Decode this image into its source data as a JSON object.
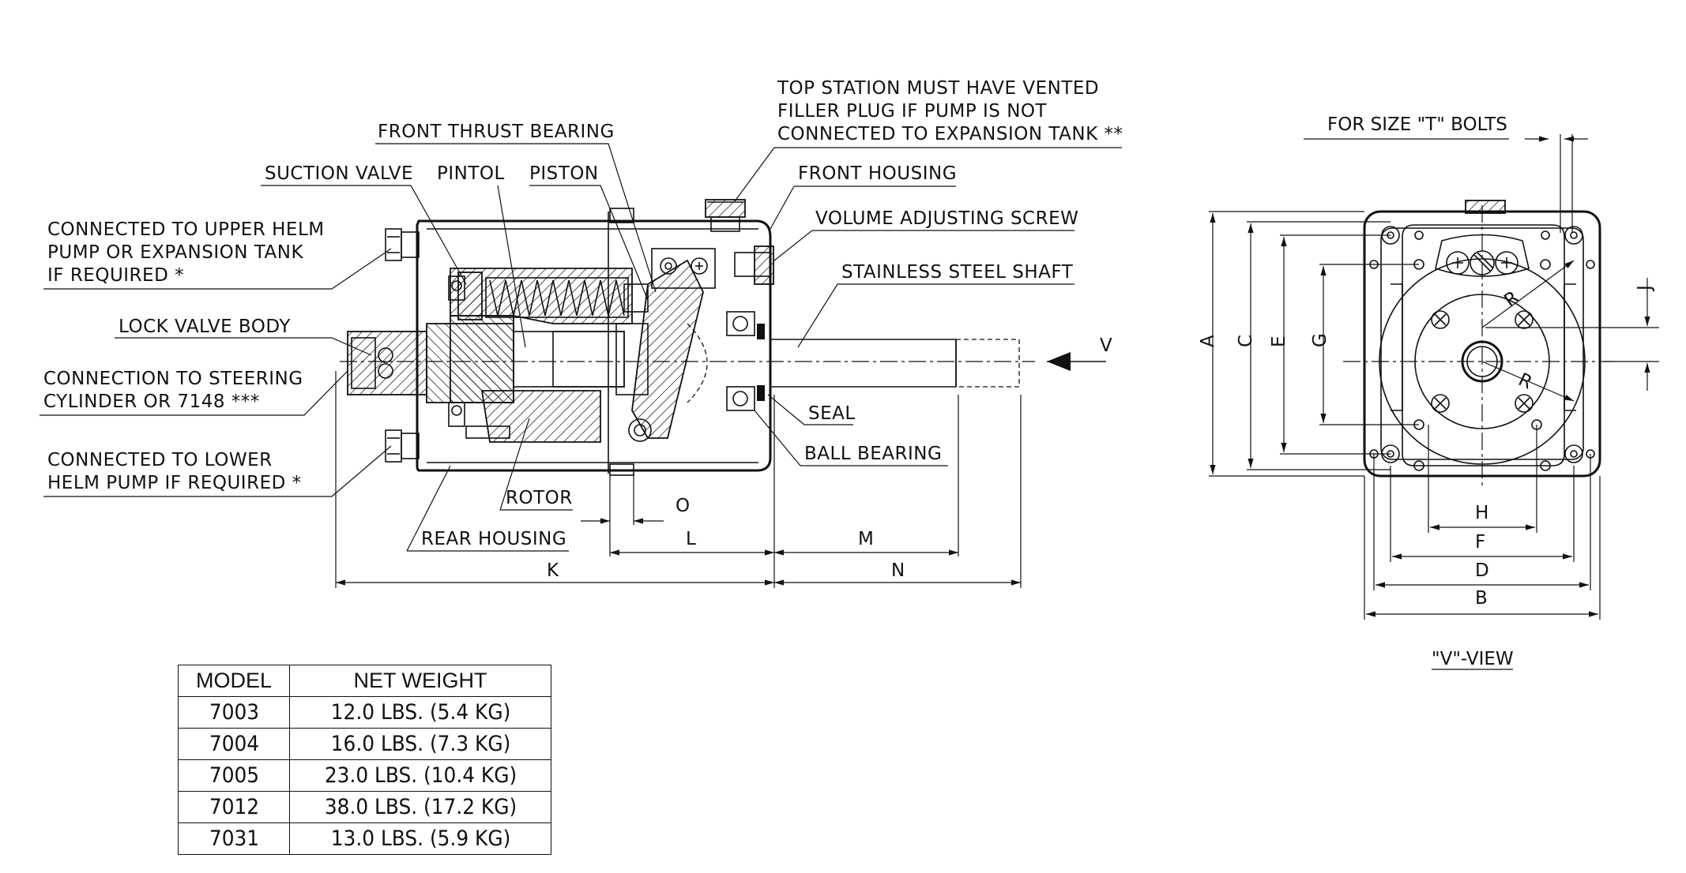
{
  "annotations": {
    "top_station": [
      "TOP STATION MUST HAVE VENTED",
      "FILLER PLUG IF PUMP IS NOT",
      "CONNECTED TO EXPANSION TANK **"
    ],
    "front_thrust_bearing": "FRONT THRUST BEARING",
    "suction_valve": "SUCTION VALVE",
    "pintol": "PINTOL",
    "piston": "PISTON",
    "front_housing": "FRONT HOUSING",
    "volume_adjusting_screw": "VOLUME ADJUSTING SCREW",
    "stainless_steel_shaft": "STAINLESS STEEL SHAFT",
    "upper_helm": [
      "CONNECTED TO UPPER HELM",
      "PUMP OR EXPANSION TANK",
      "IF REQUIRED *"
    ],
    "lock_valve_body": "LOCK VALVE BODY",
    "steering_cylinder": [
      "CONNECTION TO STEERING",
      "CYLINDER OR 7148 ***"
    ],
    "lower_helm": [
      "CONNECTED TO LOWER",
      "HELM PUMP IF REQUIRED *"
    ],
    "seal": "SEAL",
    "ball_bearing": "BALL BEARING",
    "rotor": "ROTOR",
    "rear_housing": "REAR HOUSING",
    "for_size_t_bolts": "FOR SIZE \"T\" BOLTS",
    "v_view": "\"V\"-VIEW",
    "view_arrow": "V"
  },
  "dimensions": {
    "K": "K",
    "L": "L",
    "M": "M",
    "N": "N",
    "O": "O",
    "A": "A",
    "C": "C",
    "E": "E",
    "G": "G",
    "J": "J",
    "B": "B",
    "D": "D",
    "F": "F",
    "H": "H",
    "R1": "R",
    "R2": "R"
  },
  "table": {
    "headers": [
      "MODEL",
      "NET WEIGHT"
    ],
    "rows": [
      {
        "model": "7003",
        "weight": "12.0 LBS. (5.4 KG)"
      },
      {
        "model": "7004",
        "weight": "16.0 LBS. (7.3 KG)"
      },
      {
        "model": "7005",
        "weight": "23.0 LBS. (10.4 KG)"
      },
      {
        "model": "7012",
        "weight": "38.0 LBS. (17.2 KG)"
      },
      {
        "model": "7031",
        "weight": "13.0 LBS. (5.9 KG)"
      }
    ]
  }
}
